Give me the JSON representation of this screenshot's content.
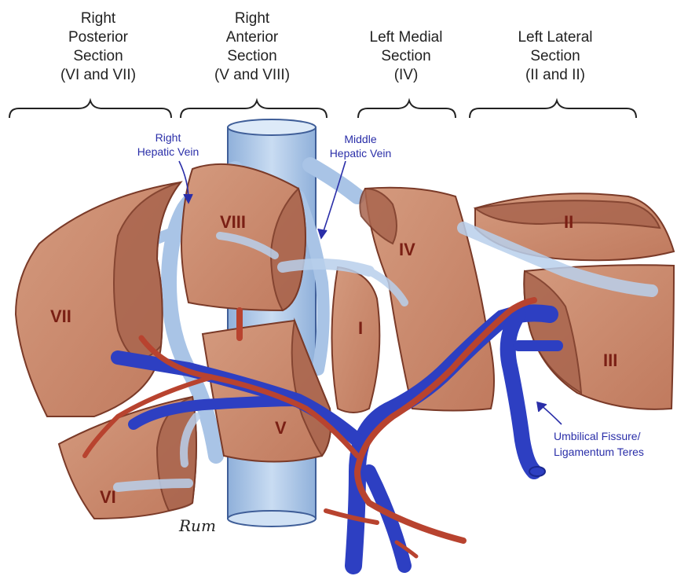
{
  "sections": [
    {
      "lines": [
        "Right",
        "Posterior",
        "Section",
        "(VI and VII)"
      ]
    },
    {
      "lines": [
        "Right",
        "Anterior",
        "Section",
        "(V and VIII)"
      ]
    },
    {
      "lines": [
        "Left Medial",
        "Section",
        "(IV)"
      ]
    },
    {
      "lines": [
        "Left Lateral",
        "Section",
        "(II and II)"
      ]
    }
  ],
  "segments": {
    "s1": "I",
    "s2": "II",
    "s3": "III",
    "s4": "IV",
    "s5": "V",
    "s6": "VI",
    "s7": "VII",
    "s8": "VIII"
  },
  "callouts": {
    "right_hepatic_vein": [
      "Right",
      "Hepatic Vein"
    ],
    "middle_hepatic_vein": [
      "Middle",
      "Hepatic Vein"
    ],
    "umbilical_fissure": [
      "Umbilical Fissure/",
      "Ligamentum Teres"
    ]
  },
  "signature": "Rum",
  "colors": {
    "liver": "#c8876a",
    "liver_dark": "#a9654e",
    "hepatic_vein": "#a9c4e6",
    "portal_vein": "#2d3fc2",
    "artery": "#b8432f",
    "label_blue": "#2a2ea8"
  }
}
